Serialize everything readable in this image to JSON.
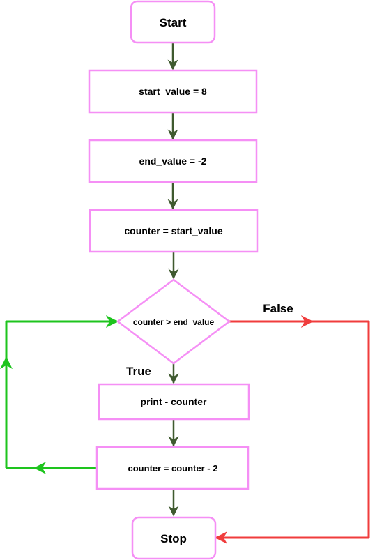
{
  "nodes": {
    "start": "Start",
    "init_start": "start_value = 8",
    "init_end": "end_value = -2",
    "init_counter": "counter = start_value",
    "condition": "counter > end_value",
    "print": "print - counter",
    "decrement": "counter = counter - 2",
    "stop": "Stop"
  },
  "labels": {
    "true": "True",
    "false": "False"
  },
  "colors": {
    "node_border": "#f58ff5",
    "main_arrow": "#3f5a2f",
    "true_loop": "#1ec41e",
    "false_branch": "#f03c3c"
  }
}
